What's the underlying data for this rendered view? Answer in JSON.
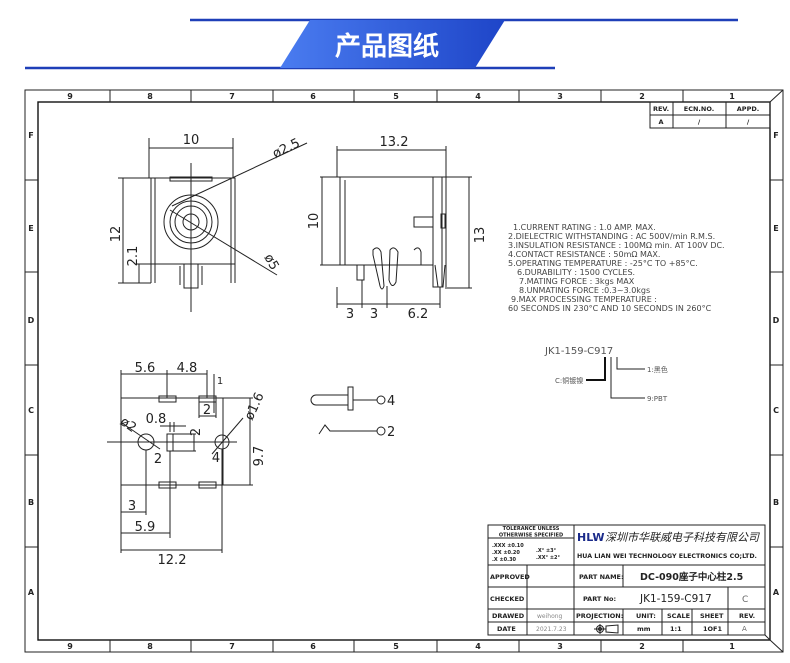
{
  "banner": {
    "title": "产品图纸",
    "color": "#2b55d6"
  },
  "frame": {
    "columns": [
      "9",
      "8",
      "7",
      "6",
      "5",
      "4",
      "3",
      "2",
      "1"
    ],
    "rows": [
      "F",
      "E",
      "D",
      "C",
      "B",
      "A"
    ]
  },
  "revision": {
    "headers": [
      "REV.",
      "ECN.NO.",
      "APPD."
    ],
    "values": [
      "A",
      "/",
      "/"
    ]
  },
  "front_view": {
    "width": "10",
    "height": "12",
    "pin_height": "2.1",
    "inner_dia": "ø2.5",
    "outer_dia": "ø5"
  },
  "side_view": {
    "length": "13.2",
    "body_height": "10",
    "total_height": "13",
    "pitch1": "3",
    "pitch2": "3",
    "pitch3": "6.2"
  },
  "bottom_view": {
    "d1": "5.6",
    "d2": "4.8",
    "d3": "1",
    "d4": "2",
    "d5": "0.8",
    "d6": "2",
    "d7": "ø1.6",
    "d8": "ø2",
    "pin_a": "2",
    "pin_b": "4",
    "d9": "9.7",
    "d10": "3",
    "d11": "5.9",
    "d12": "12.2"
  },
  "schematic": {
    "pin_top": "4",
    "pin_bottom": "2"
  },
  "specs": [
    "1.CURRENT RATING : 1.0 AMP. MAX.",
    "2.DIELECTRIC WITHSTANDING : AC 500V/min R.M.S.",
    "3.INSULATION RESISTANCE : 100MΩ min. AT 100V DC.",
    "4.CONTACT RESISTANCE : 50mΩ MAX.",
    "5.OPERATING TEMPERATURE : -25°C TO +85°C.",
    "6.DURABILITY : 1500 CYCLES.",
    "7.MATING FORCE : 3kgs MAX",
    "8.UNMATING FORCE :0.3~3.0kgs",
    "9.MAX PROCESSING TEMPERATURE :",
    "60 SECONDS IN 230°C AND 10 SECONDS IN 260°C"
  ],
  "part_code": {
    "code": "JK1-159-C917",
    "c_label": "C:铜镀镍",
    "nine_label": "9:PBT",
    "one_label": "1:黑色"
  },
  "title_block": {
    "tolerance_title": "TOLERANCE UNLESS",
    "tolerance_sub": "OTHERWISE SPECIFIED",
    "tol_xxx": ".XXX  ±0.10",
    "tol_xx": ".XX   ±0.20",
    "tol_x": ".X    ±0.30",
    "ang1": ".X°   ±3°",
    "ang2": ".XX°  ±2°",
    "logo": "HLW",
    "company_cn": "深圳市华联威电子科技有限公司",
    "company_en": "HUA LIAN WEI TECHNOLOGY ELECTRONICS CO;LTD.",
    "approved_label": "APPROVED",
    "checked_label": "CHECKED",
    "drawed_label": "DRAWED",
    "drawed_value": "weihong",
    "date_label": "DATE",
    "date_value": "2021.7.23",
    "part_name_label": "PART NAME:",
    "part_name_value": "DC-090座子中心柱2.5",
    "part_no_label": "PART No:",
    "part_no_value": "JK1-159-C917",
    "part_rev": "C",
    "projection_label": "PROJECTION:",
    "unit_label": "UNIT:",
    "unit_value": "mm",
    "scale_label": "SCALE",
    "scale_value": "1:1",
    "sheet_label": "SHEET",
    "sheet_value": "1OF1",
    "rev_label": "REV.",
    "rev_value": "A"
  }
}
